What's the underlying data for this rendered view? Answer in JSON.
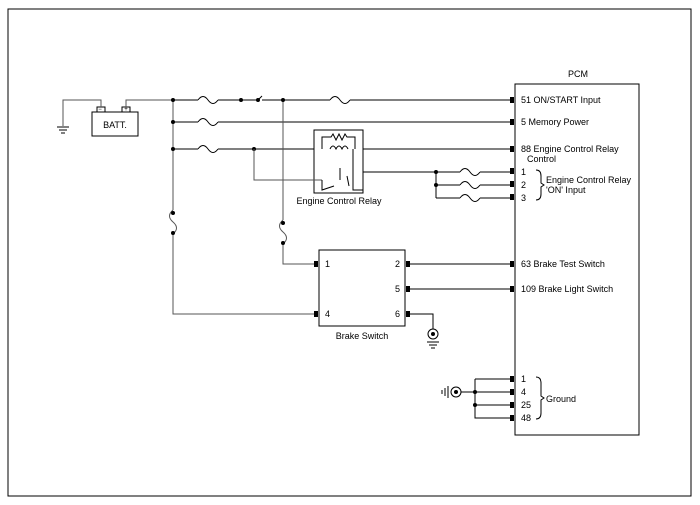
{
  "pcm": {
    "title": "PCM",
    "pins": [
      {
        "num": "51",
        "label": "ON/START Input"
      },
      {
        "num": "5",
        "label": "Memory Power"
      },
      {
        "num": "88",
        "label": "Engine Control Relay"
      },
      {
        "num": "63",
        "label": "Brake Test Switch"
      },
      {
        "num": "109",
        "label": "Brake Light Switch"
      }
    ],
    "relay_control_line2": "Control",
    "relay_on_pins": [
      "1",
      "2",
      "3"
    ],
    "relay_on_label": [
      "Engine Control Relay",
      "'ON' Input"
    ],
    "ground_pins": [
      "1",
      "4",
      "25",
      "48"
    ],
    "ground_label": "Ground"
  },
  "battery": {
    "label": "BATT.",
    "minus": "−",
    "plus": "+"
  },
  "relay": {
    "label": "Engine Control Relay"
  },
  "brake_switch": {
    "label": "Brake Switch",
    "pins": {
      "p1": "1",
      "p2": "2",
      "p4": "4",
      "p5": "5",
      "p6": "6"
    }
  },
  "icons": {
    "battery": "battery-icon",
    "ground": "ground-icon",
    "fuse": "fuse-icon",
    "relay_coil": "relay-coil-icon"
  }
}
